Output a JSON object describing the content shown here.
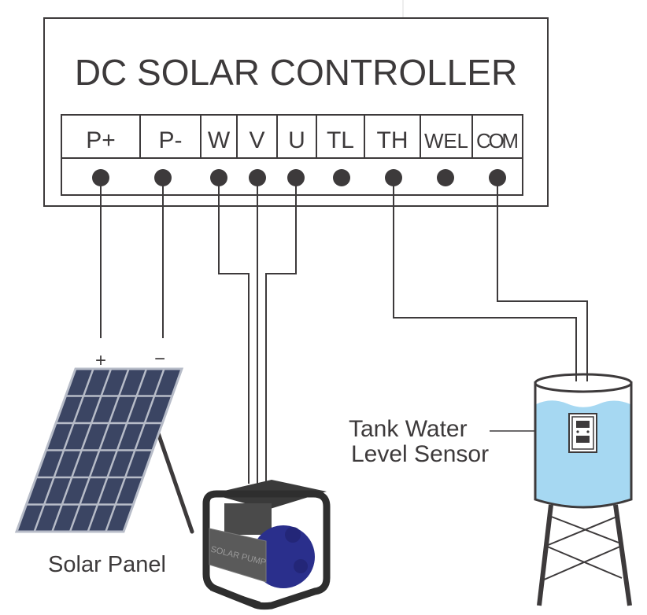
{
  "controller": {
    "title": "DC SOLAR CONTROLLER",
    "terminals": [
      "P+",
      "P-",
      "W",
      "V",
      "U",
      "TL",
      "TH",
      "WEL",
      "COM"
    ]
  },
  "solar_panel": {
    "label": "Solar Panel",
    "positive_label": "+",
    "negative_label": "−"
  },
  "pump": {
    "label": "SOLAR PUMP"
  },
  "tank": {
    "label_line1": "Tank Water",
    "label_line2": "Level Sensor"
  },
  "colors": {
    "line": "#3d3a3b",
    "panel_cell": "#3b4563",
    "panel_frame": "#b7bcc8",
    "water": "#a6d8f2",
    "pump_blue": "#2a2f8c",
    "pump_frame": "#2e2e2e"
  }
}
